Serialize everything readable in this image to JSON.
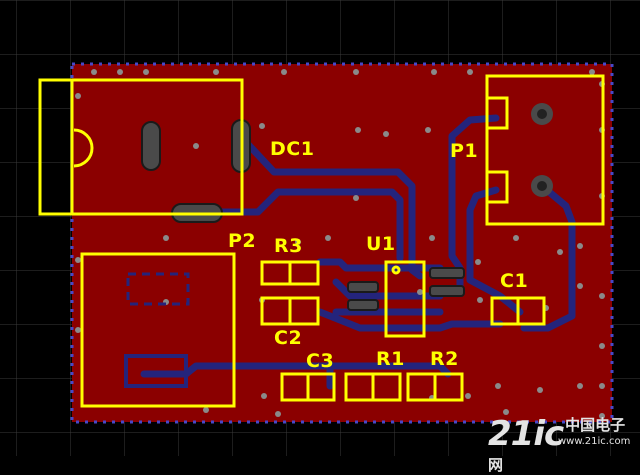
{
  "components": {
    "dc1": "DC1",
    "p1": "P1",
    "p2": "P2",
    "r3": "R3",
    "c2": "C2",
    "u1": "U1",
    "c1": "C1",
    "c3": "C3",
    "r1": "R1",
    "r2": "R2"
  },
  "colors": {
    "background": "#000000",
    "grid": "#3a3a3a",
    "board": "#8b0000",
    "copper_trace": "#24247c",
    "silkscreen": "#ffff00",
    "pad": "#4a4a4a",
    "via": "#8a8a8a"
  },
  "watermark": {
    "brand": "21ic",
    "cn": "中国电子网",
    "url": "www.21ic.com"
  }
}
